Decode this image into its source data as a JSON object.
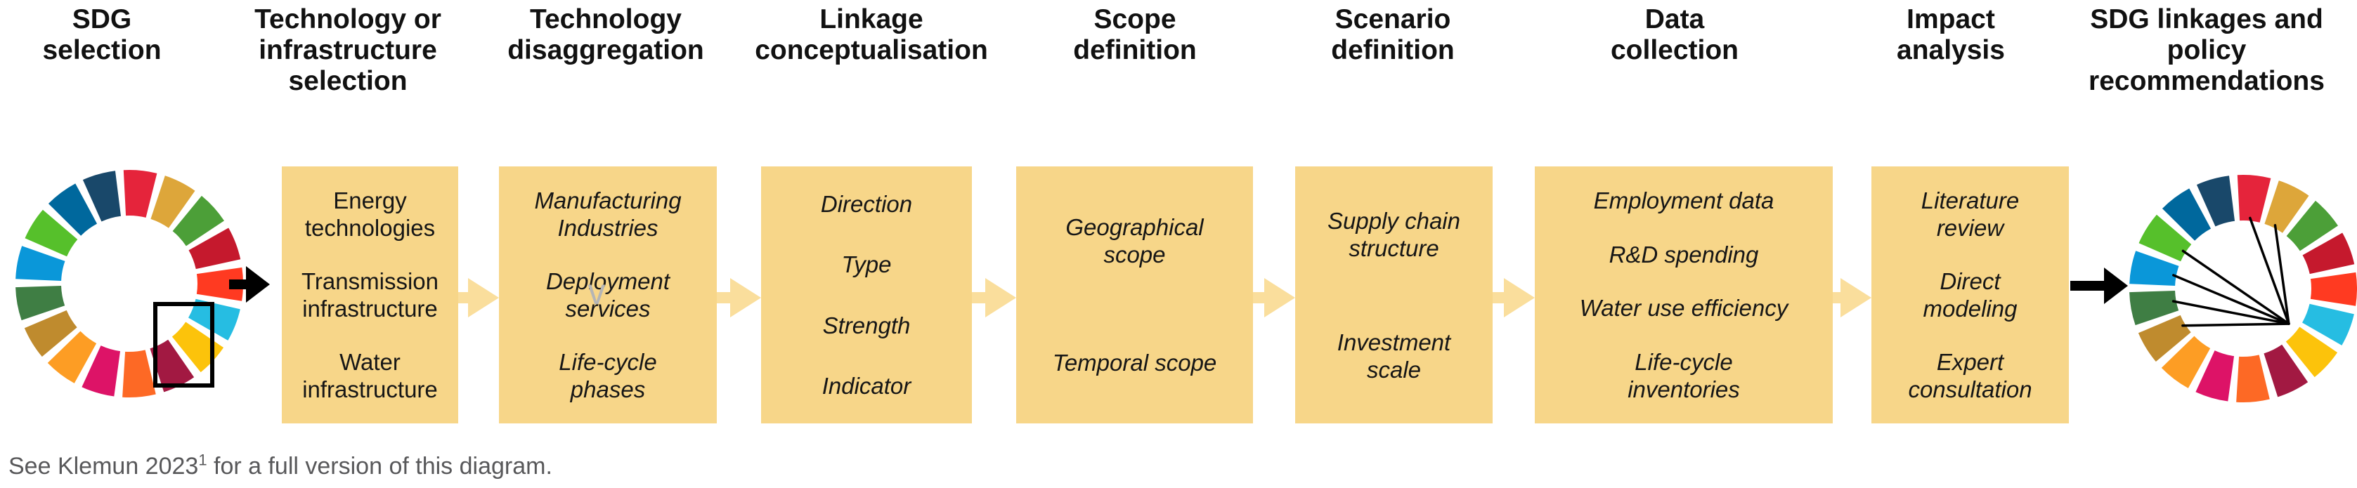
{
  "figure": {
    "type": "process-flow-diagram",
    "background": "#FFFFFF"
  },
  "colors": {
    "box_fill": "#F7D689",
    "connector_yellow": "#FADE9C",
    "connector_black": "#000000",
    "link_line": "#000000",
    "selection_outline": "#000000",
    "caption_text": "#58585A",
    "stray_mark": "#B5B5B5",
    "header_text": "#111111"
  },
  "steps": [
    {
      "title": "SDG\nselection"
    },
    {
      "title": "Technology or\ninfrastructure\nselection"
    },
    {
      "title": "Technology\ndisaggregation"
    },
    {
      "title": "Linkage\nconceptualisation"
    },
    {
      "title": "Scope\ndefinition"
    },
    {
      "title": "Scenario\ndefinition"
    },
    {
      "title": "Data\ncollection"
    },
    {
      "title": "Impact\nanalysis"
    },
    {
      "title": "SDG linkages and\npolicy\nrecommendations"
    }
  ],
  "boxes": [
    {
      "italic": false,
      "items": [
        "Energy\ntechnologies",
        "Transmission\ninfrastructure",
        "Water\ninfrastructure"
      ]
    },
    {
      "italic": true,
      "items": [
        "Manufacturing\nIndustries",
        "Deployment\nservices",
        "Life-cycle\nphases"
      ]
    },
    {
      "italic": true,
      "items": [
        "Direction",
        "Type",
        "Strength",
        "Indicator"
      ]
    },
    {
      "italic": true,
      "items": [
        "Geographical\nscope",
        "Temporal scope"
      ]
    },
    {
      "italic": true,
      "items": [
        "Supply chain\nstructure",
        "Investment\nscale"
      ]
    },
    {
      "italic": true,
      "items": [
        "Employment data",
        "R&D spending",
        "Water use efficiency",
        "Life-cycle\ninventories"
      ]
    },
    {
      "italic": true,
      "items": [
        "Literature\nreview",
        "Direct\nmodeling",
        "Expert\nconsultation"
      ]
    }
  ],
  "sdg_wheel": {
    "goal_colors": [
      "#E5243B",
      "#DDA63A",
      "#4C9F38",
      "#C5192D",
      "#FF3A21",
      "#26BDE2",
      "#FCC30B",
      "#A21942",
      "#FD6925",
      "#DD1367",
      "#FD9D24",
      "#BF8B2E",
      "#3F7E44",
      "#0A97D9",
      "#56C02B",
      "#00689D",
      "#19486A"
    ],
    "start_wheel": {
      "selected_goals": [
        6,
        7
      ]
    },
    "end_wheel": {
      "origin_goal": 7,
      "linked_goals": [
        1,
        2,
        12,
        13,
        14,
        15
      ]
    }
  },
  "stray_mark": {
    "text": "v"
  },
  "caption": {
    "prefix": "See Klemun 2023",
    "superscript": "1",
    "suffix": " for a full version of this diagram."
  }
}
